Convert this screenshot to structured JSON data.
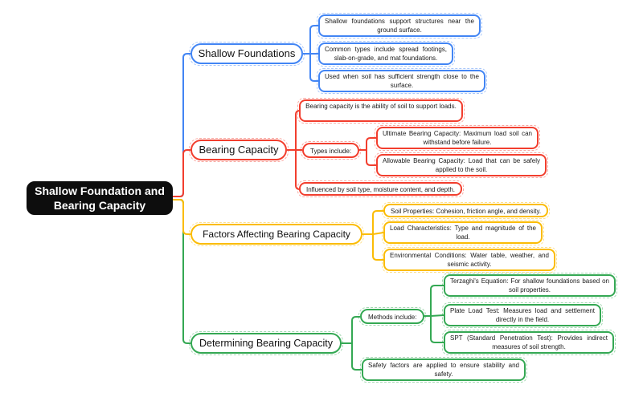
{
  "root": {
    "label": "Shallow Foundation and Bearing Capacity",
    "bg_color": "#0d0d0d",
    "text_color": "#ffffff"
  },
  "branches": [
    {
      "label": "Shallow Foundations",
      "color": "#4285F4",
      "children": [
        {
          "text": "Shallow foundations support structures near the ground surface."
        },
        {
          "text": "Common types include spread footings, slab-on-grade, and mat foundations."
        },
        {
          "text": "Used when soil has sufficient strength close to the surface."
        }
      ]
    },
    {
      "label": "Bearing Capacity",
      "color": "#F23E2E",
      "children": [
        {
          "text": "Bearing capacity is the ability of soil to support loads."
        },
        {
          "text": "Types include:",
          "children": [
            {
              "text": "Ultimate Bearing Capacity: Maximum load soil can withstand before failure."
            },
            {
              "text": "Allowable Bearing Capacity: Load that can be safely applied to the soil."
            }
          ]
        },
        {
          "text": "Influenced by soil type, moisture content, and depth."
        }
      ]
    },
    {
      "label": "Factors Affecting Bearing Capacity",
      "color": "#FBBC05",
      "children": [
        {
          "text": "Soil Properties: Cohesion, friction angle, and density."
        },
        {
          "text": "Load Characteristics: Type and magnitude of the load."
        },
        {
          "text": "Environmental Conditions: Water table, weather, and seismic activity."
        }
      ]
    },
    {
      "label": "Determining Bearing Capacity",
      "color": "#34A853",
      "children": [
        {
          "text": "Methods include:",
          "children": [
            {
              "text": "Terzaghi's Equation: For shallow foundations based on soil properties."
            },
            {
              "text": "Plate Load Test: Measures load and settlement directly in the field."
            },
            {
              "text": "SPT (Standard Penetration Test): Provides indirect measures of soil strength."
            }
          ]
        },
        {
          "text": "Safety factors are applied to ensure stability and safety."
        }
      ]
    }
  ]
}
